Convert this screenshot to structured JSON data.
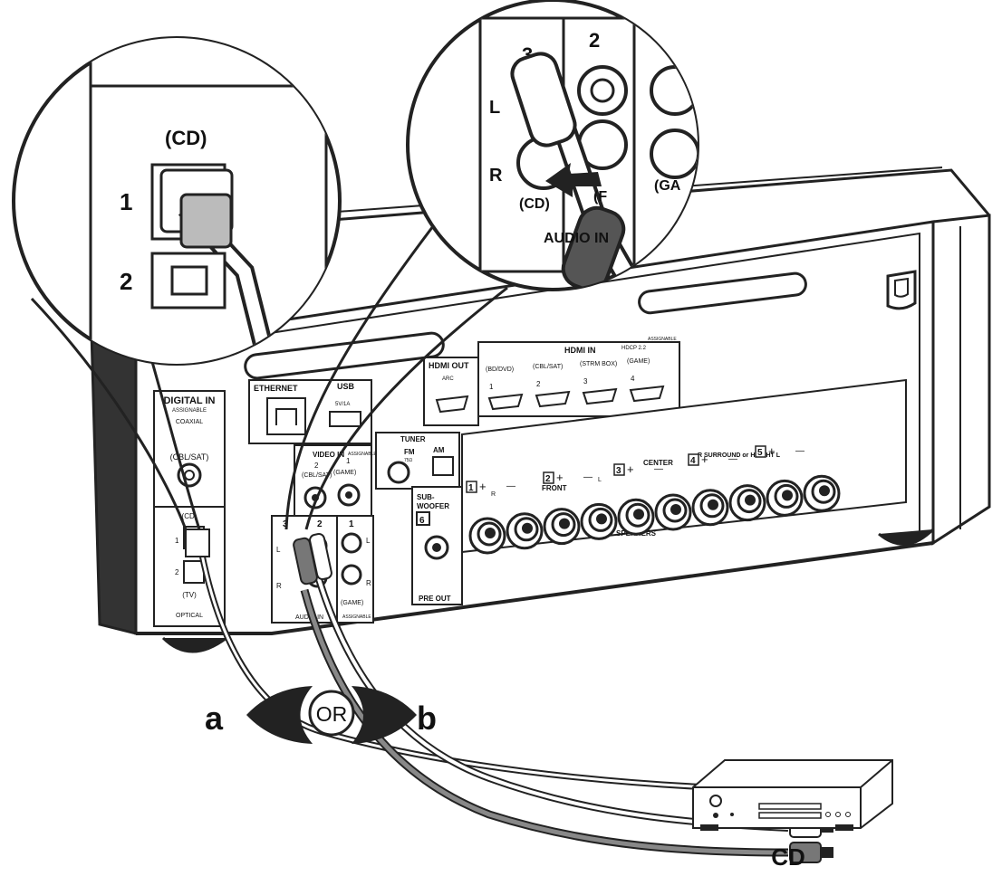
{
  "zoom_left": {
    "port_label": "(CD)",
    "num_1": "1",
    "num_2": "2"
  },
  "zoom_right": {
    "num_3": "3",
    "num_2": "2",
    "left": "L",
    "right": "R",
    "cd": "(CD)",
    "audio_in": "AUDIO IN",
    "partial_1": "(F",
    "partial_2": "(GA"
  },
  "receiver": {
    "digital_in": {
      "title": "DIGITAL IN",
      "assignable": "ASSIGNABLE",
      "coaxial": "COAXIAL",
      "cbl_sat": "(CBL/SAT)",
      "cd": "(CD)",
      "num_1": "1",
      "num_2": "2",
      "tv": "(TV)",
      "optical": "OPTICAL"
    },
    "ethernet": "ETHERNET",
    "usb": "USB",
    "usb_rating": "5V/1A",
    "hdmi_out": "HDMI OUT",
    "arc": "ARC",
    "hdmi_in": "HDMI IN",
    "hdcp": "HDCP 2.2",
    "hdmi_assignable": "ASSIGNABLE",
    "hdmi_inputs": [
      {
        "num": "1",
        "name": "(BD/DVD)"
      },
      {
        "num": "2",
        "name": "(CBL/SAT)"
      },
      {
        "num": "3",
        "name": "(STRM BOX)"
      },
      {
        "num": "4",
        "name": "(GAME)"
      }
    ],
    "video_in": "VIDEO IN",
    "video_assignable": "ASSIGNABLE",
    "video_2": "2",
    "video_2_name": "(CBL/SAT)",
    "video_1": "1",
    "video_1_name": "(GAME)",
    "tuner": "TUNER",
    "fm": "FM",
    "fm_ohm": "75Ω",
    "am": "AM",
    "audio_num_3": "3",
    "audio_num_2": "2",
    "audio_num_1": "1",
    "audio_l": "L",
    "audio_r": "R",
    "audio_game": "(GAME)",
    "audio_in_label": "AUDIO IN",
    "audio_assignable": "ASSIGNABLE",
    "subwoofer": "SUB-\nWOOFER",
    "sub_num": "6",
    "pre_out": "PRE OUT",
    "front": "FRONT",
    "front_r": "R",
    "front_l": "L",
    "center": "CENTER",
    "surround": "R SURROUND or HEIGHT L",
    "speakers": "SPEAKERS",
    "plus": "+",
    "minus": "—",
    "sp_nums": [
      "1",
      "2",
      "3",
      "4",
      "5"
    ]
  },
  "cables": {
    "a": "a",
    "b": "b",
    "or": "OR"
  },
  "device": {
    "label": "CD"
  }
}
